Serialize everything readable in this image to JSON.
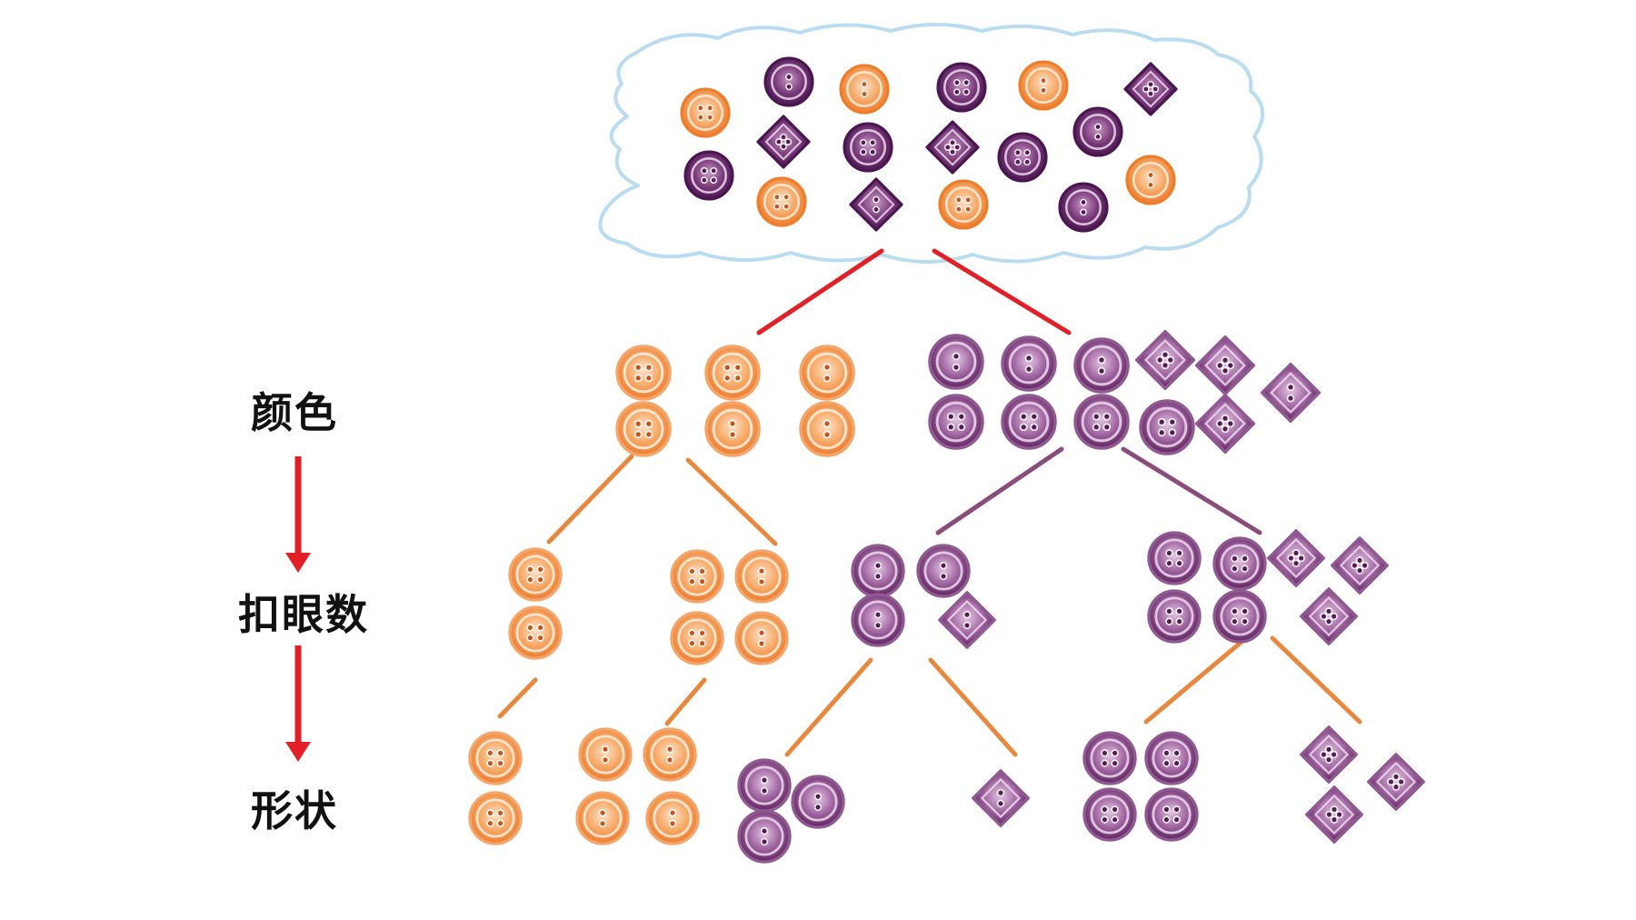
{
  "levels": [
    {
      "label": "颜色"
    },
    {
      "label": "扣眼数"
    },
    {
      "label": "形状"
    }
  ],
  "colors": {
    "orange": "#f08a3c",
    "orange_light": "#fbc79a",
    "purple": "#6b2a6b",
    "purple_light": "#b987b9",
    "cloud_outline": "#b9dcf0",
    "branch_top": "#e21f26",
    "branch_orange": "#e8883e",
    "branch_purple": "#8a4d7a",
    "arrow": "#e21f26"
  },
  "button_types": {
    "orange_round_4_hole": {
      "color": "orange",
      "shape": "circle",
      "holes": 4
    },
    "orange_round_2_hole": {
      "color": "orange",
      "shape": "circle",
      "holes": 2
    },
    "purple_round_4_hole": {
      "color": "purple",
      "shape": "circle",
      "holes": 4
    },
    "purple_round_2_hole": {
      "color": "purple",
      "shape": "circle",
      "holes": 2
    },
    "purple_diamond_4_hole": {
      "color": "purple",
      "shape": "diamond",
      "holes": 4
    },
    "purple_diamond_2_hole": {
      "color": "purple",
      "shape": "diamond",
      "holes": 2
    }
  }
}
